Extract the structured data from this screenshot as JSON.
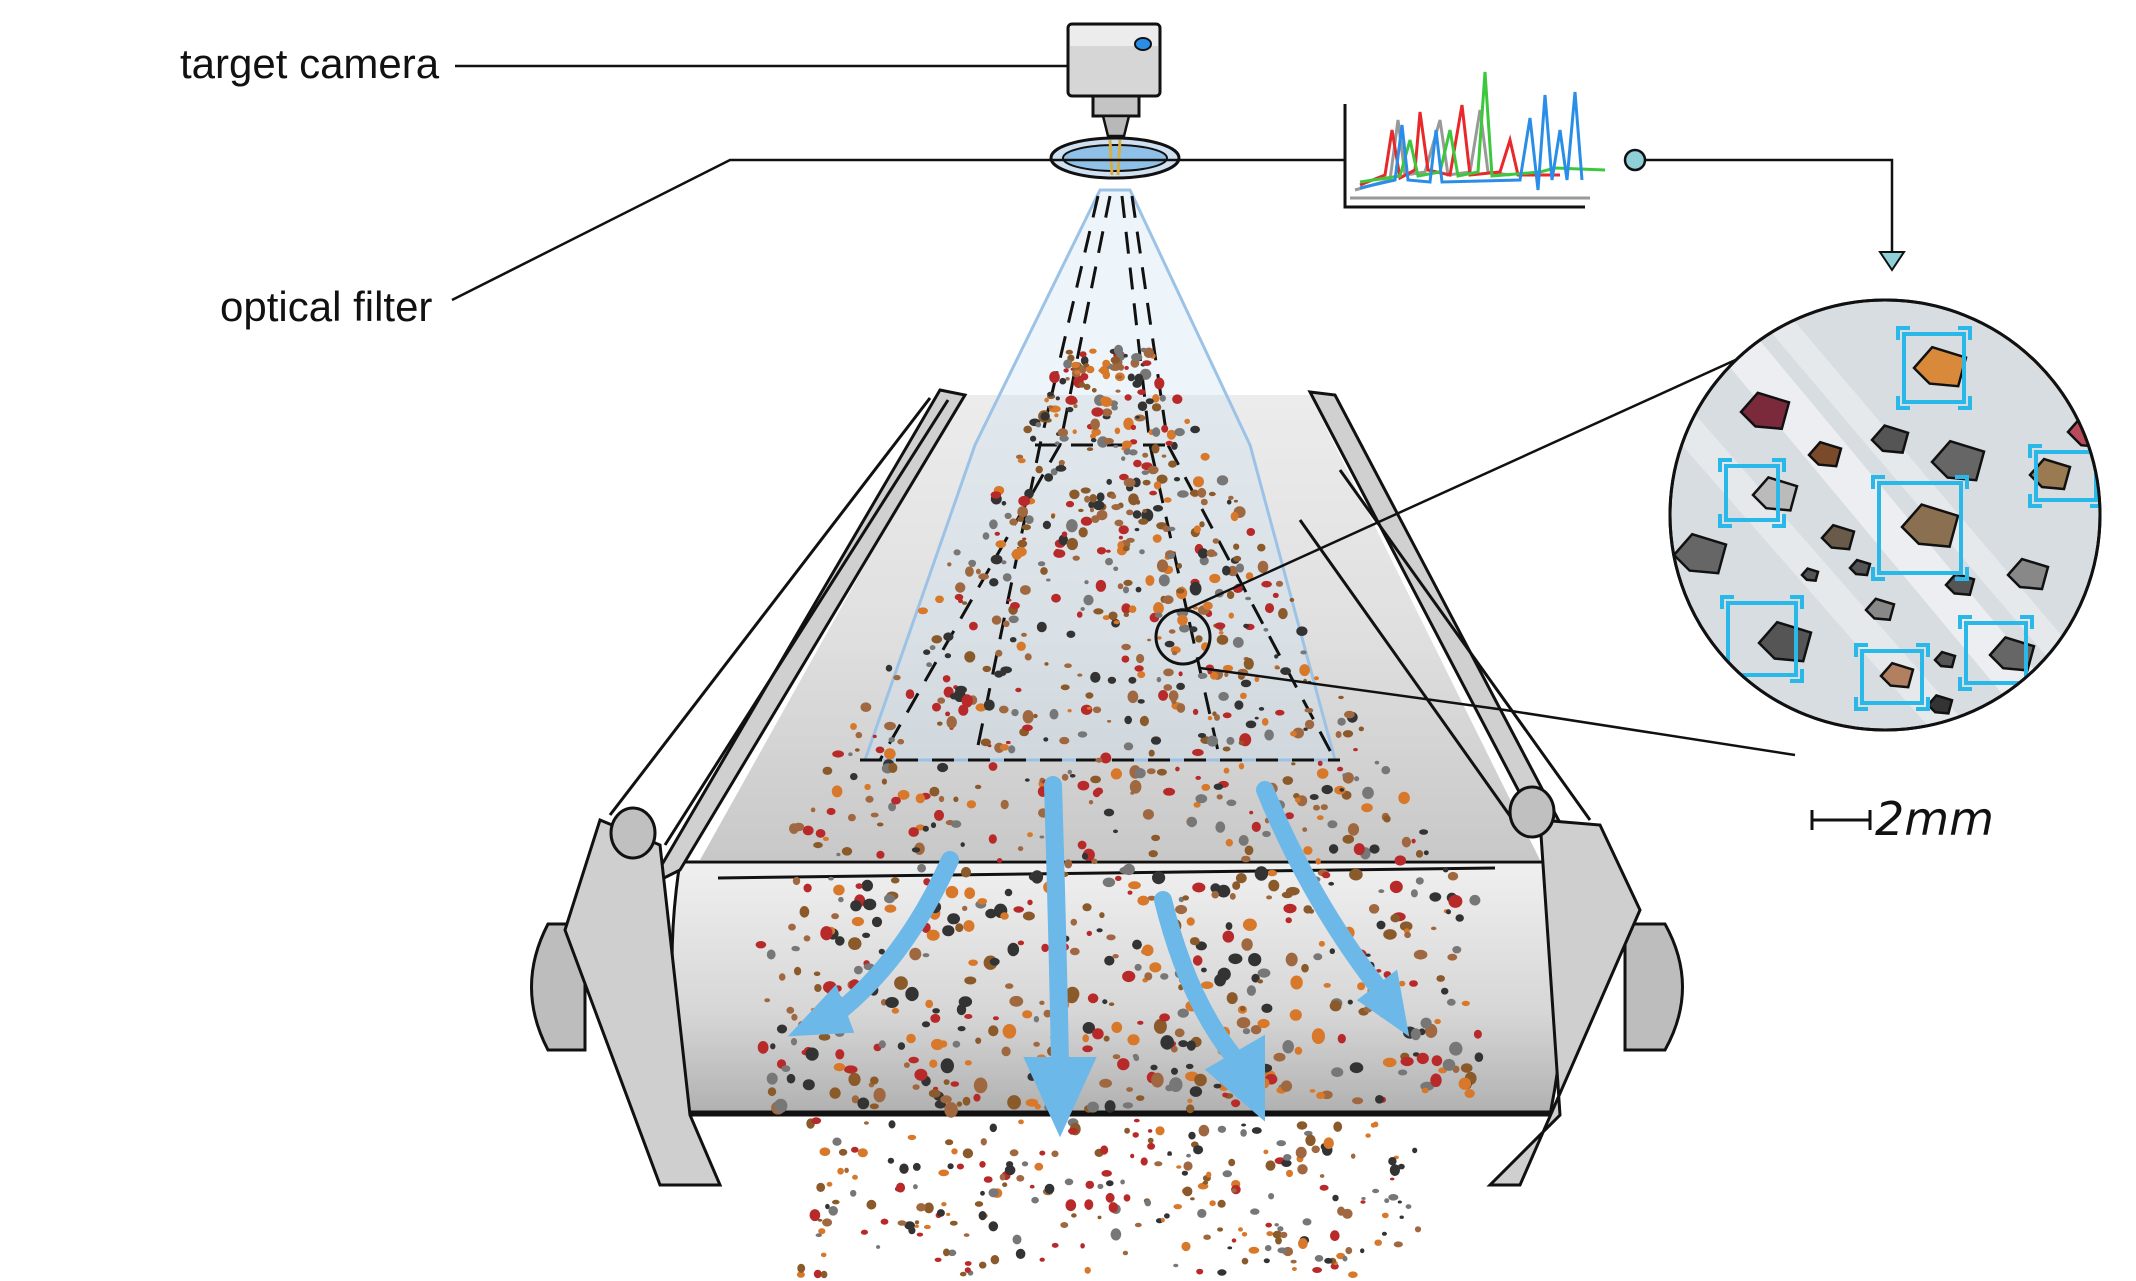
{
  "labels": {
    "camera": "target camera",
    "filter": "optical filter",
    "scale": "2mm"
  },
  "icons": {
    "camera": "camera-icon",
    "filter": "optical-filter-lens-icon",
    "spectrum": "spectrum-plot-icon",
    "conveyor": "conveyor-belt-icon",
    "magnifier": "magnified-view-icon",
    "scale_bar": "scale-bar-icon"
  },
  "colors": {
    "outline": "#111111",
    "belt": "#dcdcdc",
    "belt_shadow": "#bdbdbd",
    "frame": "#cfcfcf",
    "arrow": "#6cb8e8",
    "light_cone": "#b9d4ec",
    "detection_box": "#2ab8e8",
    "spectrum_red": "#e8282a",
    "spectrum_green": "#3cc83c",
    "spectrum_blue": "#2a8ee8",
    "spectrum_gray": "#999999",
    "particle_red": "#b82a2a",
    "particle_brown": "#8a5a2a",
    "particle_orange": "#d8782a",
    "particle_dark": "#333333"
  }
}
